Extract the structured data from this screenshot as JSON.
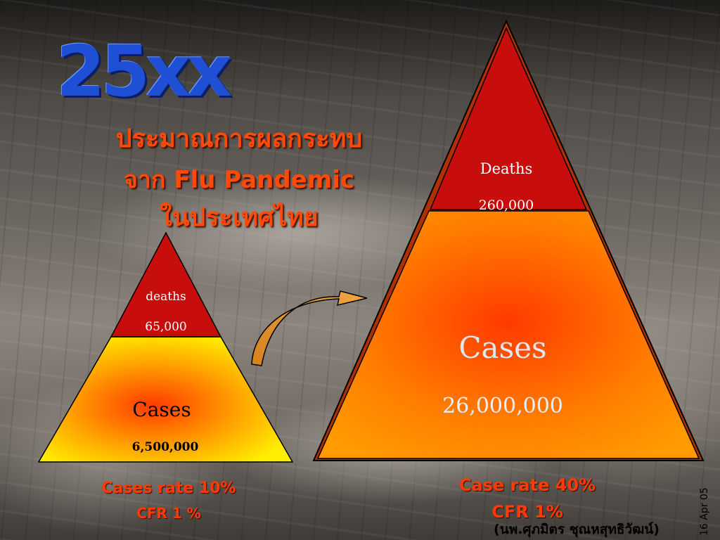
{
  "title": "25xx",
  "subtitle": {
    "line1": "ประมาณการผลกระทบ",
    "line2": "จาก Flu Pandemic",
    "line3": "ในประเทศไทย"
  },
  "small_pyramid": {
    "deaths_label": "deaths",
    "deaths_value": "65,000",
    "cases_label": "Cases",
    "cases_value": "6,500,000",
    "rate_line1": "Cases rate 10%",
    "rate_line2": "CFR 1 %"
  },
  "big_pyramid": {
    "deaths_label": "Deaths",
    "deaths_value": "260,000",
    "cases_label": "Cases",
    "cases_value": "26,000,000",
    "rate_line1": "Case rate 40%",
    "rate_line2": "CFR 1%"
  },
  "author": "(นพ.ศุภมิตร ชุณหสุทธิวัฒน์)",
  "date_stamp": "16 Apr 05",
  "colors": {
    "title_blue": "#1e4fd4",
    "subtitle_orange": "#ff4a08",
    "deaths_red": "#c80d0d",
    "cases_yellow": "#ffee00",
    "cases_orange": "#ff9000"
  }
}
